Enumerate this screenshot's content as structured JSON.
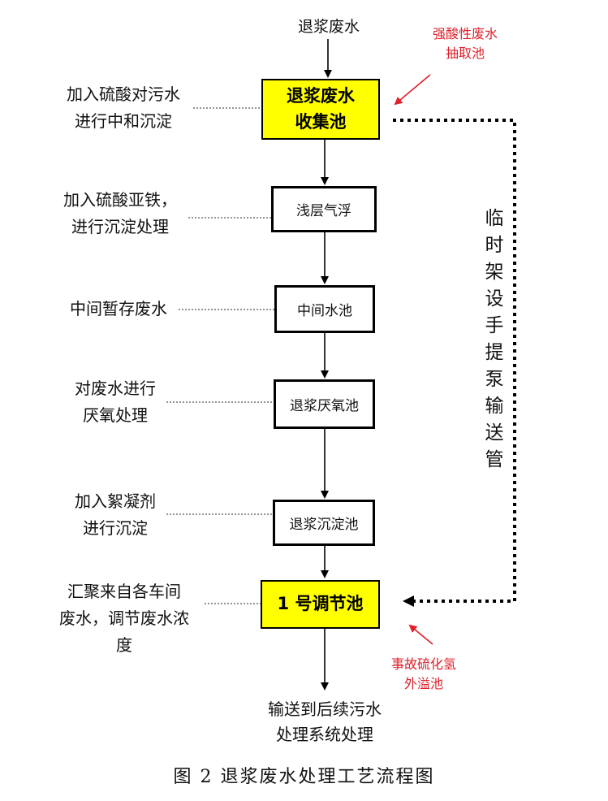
{
  "input_label": "退浆废水",
  "output_label": "输送到后续污水处理系统处理",
  "output_lines": [
    "输送到后续污水",
    "处理系统处理"
  ],
  "caption": "图 2  退浆废水处理工艺流程图",
  "side_pipe_label": [
    "临",
    "时",
    "架",
    "设",
    "手",
    "提",
    "泵",
    "输",
    "送",
    "管"
  ],
  "annotations": {
    "top_red": [
      "强酸性废水",
      "抽取池"
    ],
    "bottom_red": [
      "事故硫化氢",
      "外溢池"
    ]
  },
  "steps": [
    {
      "box": [
        "退浆废水",
        "收集池"
      ],
      "note": [
        "加入硫酸对污水",
        "进行中和沉淀"
      ]
    },
    {
      "box": [
        "浅层气浮"
      ],
      "note": [
        "加入硫酸亚铁，",
        "进行沉淀处理"
      ]
    },
    {
      "box": [
        "中间水池"
      ],
      "note": [
        "中间暂存废水"
      ]
    },
    {
      "box": [
        "退浆厌氧池"
      ],
      "note": [
        "对废水进行",
        "厌氧处理"
      ]
    },
    {
      "box": [
        "退浆沉淀池"
      ],
      "note": [
        "加入絮凝剂",
        "进行沉淀"
      ]
    },
    {
      "box": [
        "1 号调节池"
      ],
      "note": [
        "汇聚来自各车间",
        "废水，调节废水浓",
        "度"
      ]
    }
  ],
  "colors": {
    "highlight_box": "#ffff00",
    "annotation_red": "#e0202a",
    "line": "#000000"
  }
}
